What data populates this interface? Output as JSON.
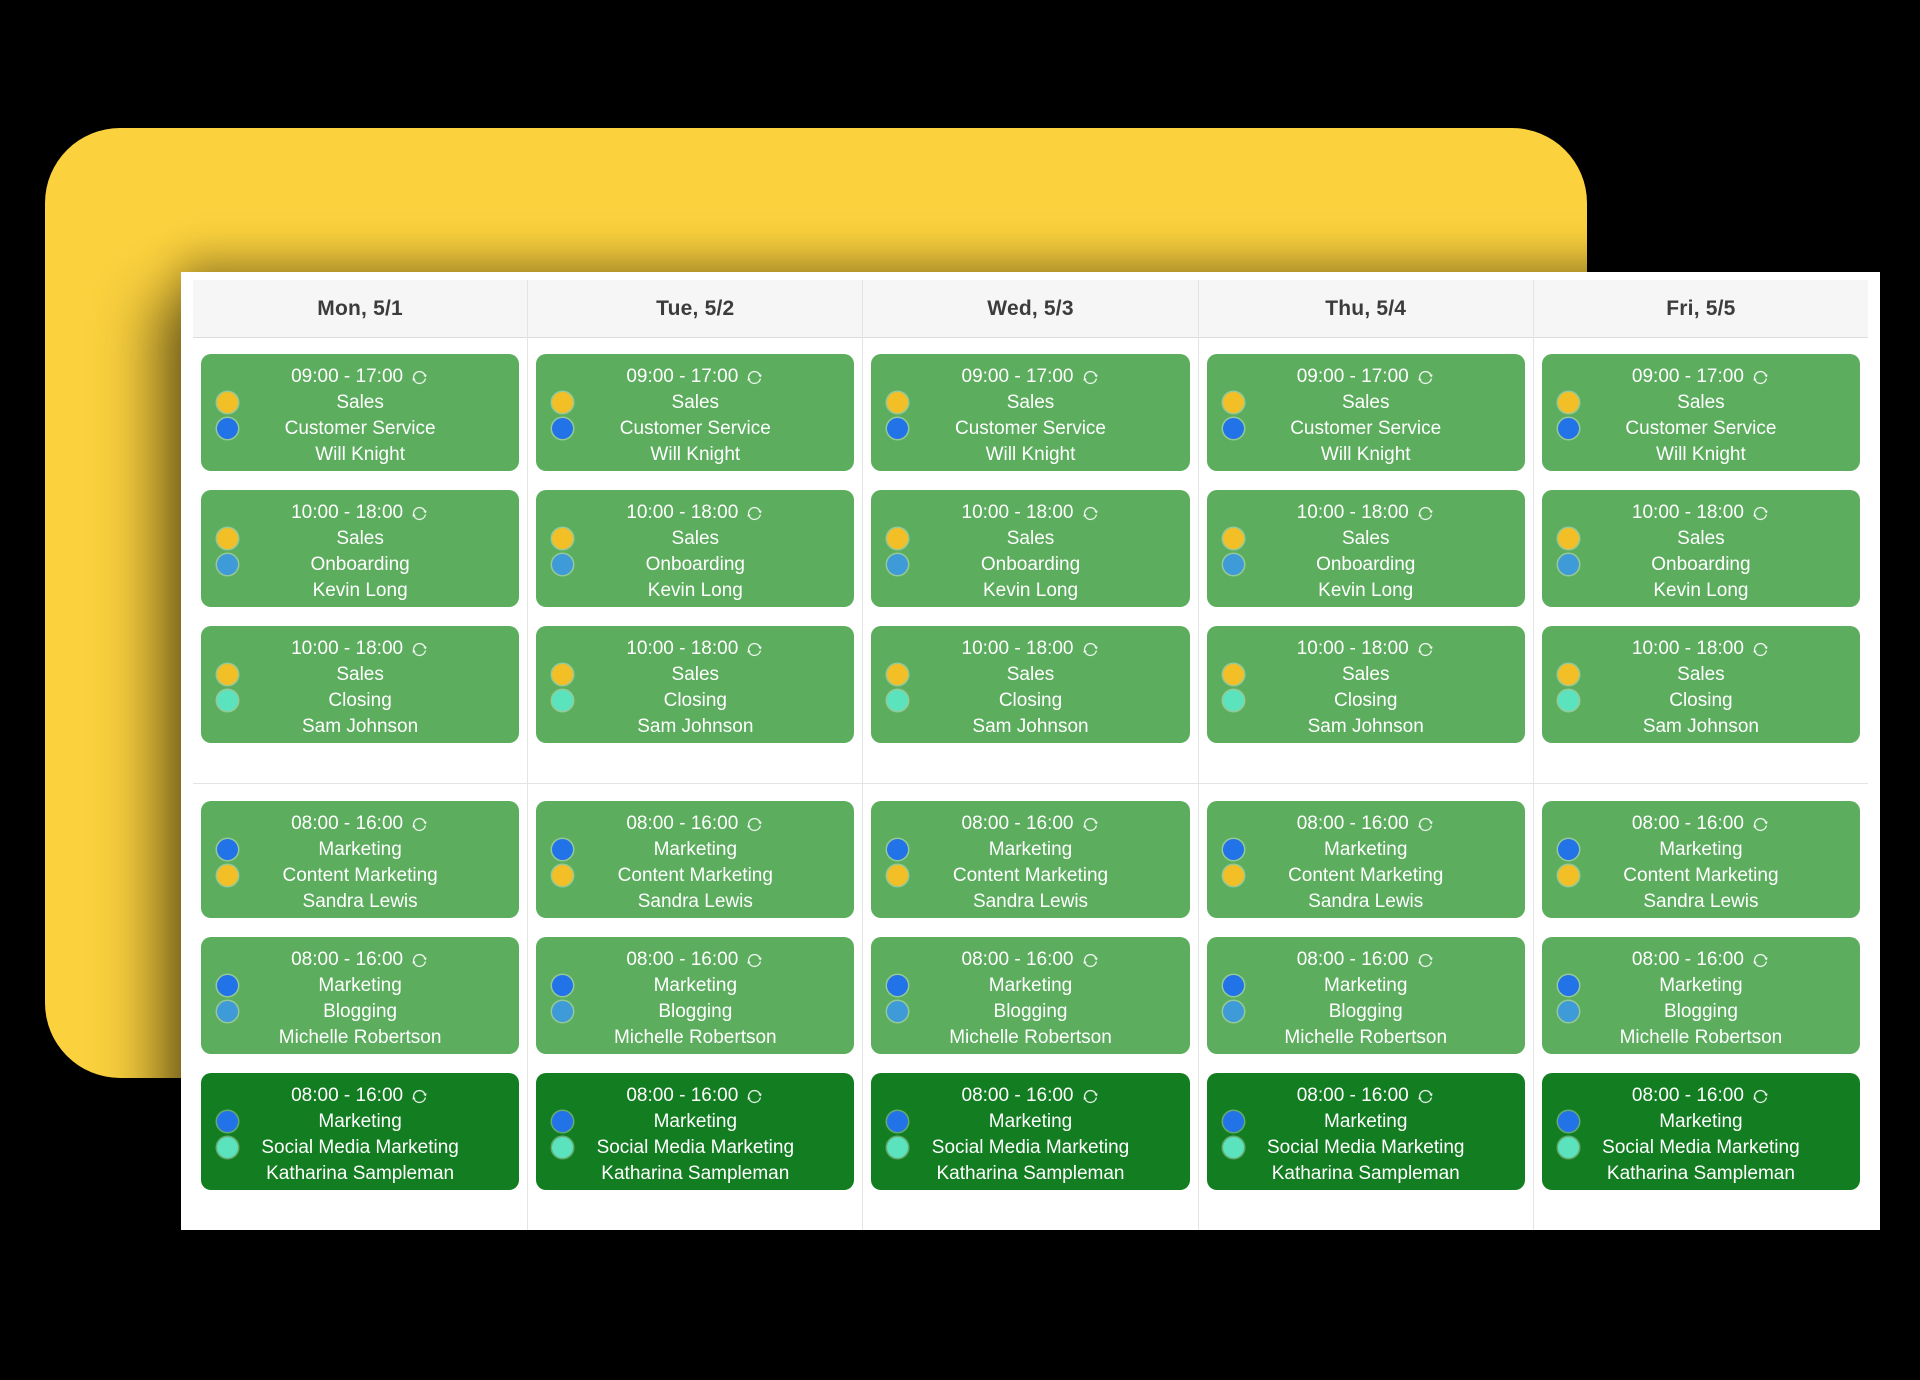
{
  "page": {
    "background_color": "#000000",
    "accent_backdrop_color": "#FBD13E"
  },
  "colors": {
    "card_green": "#5CAD5E",
    "card_dark_green": "#137D21",
    "dot_yellow": "#F3BF27",
    "dot_blue": "#2273E8",
    "dot_sky": "#3F9BD8",
    "dot_mint": "#5BE3BE",
    "header_bg": "#F6F6F6",
    "header_text": "#3C3C3C"
  },
  "icons": {
    "recurring": "sync-icon"
  },
  "week": {
    "days": [
      {
        "label": "Mon, 5/1",
        "shifts": [
          {
            "time": "09:00 - 17:00",
            "recurring": true,
            "team": "Sales",
            "role": "Customer Service",
            "person": "Will Knight",
            "team_color": "#F3BF27",
            "role_color": "#2273E8",
            "card_color": "#5CAD5E",
            "section": 1
          },
          {
            "time": "10:00 - 18:00",
            "recurring": true,
            "team": "Sales",
            "role": "Onboarding",
            "person": "Kevin Long",
            "team_color": "#F3BF27",
            "role_color": "#3F9BD8",
            "card_color": "#5CAD5E",
            "section": 1
          },
          {
            "time": "10:00 - 18:00",
            "recurring": true,
            "team": "Sales",
            "role": "Closing",
            "person": "Sam Johnson",
            "team_color": "#F3BF27",
            "role_color": "#5BE3BE",
            "card_color": "#5CAD5E",
            "section": 1
          },
          {
            "time": "08:00 - 16:00",
            "recurring": true,
            "team": "Marketing",
            "role": "Content Marketing",
            "person": "Sandra Lewis",
            "team_color": "#2273E8",
            "role_color": "#F3BF27",
            "card_color": "#5CAD5E",
            "section": 2
          },
          {
            "time": "08:00 - 16:00",
            "recurring": true,
            "team": "Marketing",
            "role": "Blogging",
            "person": "Michelle Robertson",
            "team_color": "#2273E8",
            "role_color": "#3F9BD8",
            "card_color": "#5CAD5E",
            "section": 2
          },
          {
            "time": "08:00 - 16:00",
            "recurring": true,
            "team": "Marketing",
            "role": "Social Media Marketing",
            "person": "Katharina Sampleman",
            "team_color": "#2273E8",
            "role_color": "#5BE3BE",
            "card_color": "#137D21",
            "section": 2
          }
        ]
      },
      {
        "label": "Tue, 5/2",
        "shifts": [
          {
            "time": "09:00 - 17:00",
            "recurring": true,
            "team": "Sales",
            "role": "Customer Service",
            "person": "Will Knight",
            "team_color": "#F3BF27",
            "role_color": "#2273E8",
            "card_color": "#5CAD5E",
            "section": 1
          },
          {
            "time": "10:00 - 18:00",
            "recurring": true,
            "team": "Sales",
            "role": "Onboarding",
            "person": "Kevin Long",
            "team_color": "#F3BF27",
            "role_color": "#3F9BD8",
            "card_color": "#5CAD5E",
            "section": 1
          },
          {
            "time": "10:00 - 18:00",
            "recurring": true,
            "team": "Sales",
            "role": "Closing",
            "person": "Sam Johnson",
            "team_color": "#F3BF27",
            "role_color": "#5BE3BE",
            "card_color": "#5CAD5E",
            "section": 1
          },
          {
            "time": "08:00 - 16:00",
            "recurring": true,
            "team": "Marketing",
            "role": "Content Marketing",
            "person": "Sandra Lewis",
            "team_color": "#2273E8",
            "role_color": "#F3BF27",
            "card_color": "#5CAD5E",
            "section": 2
          },
          {
            "time": "08:00 - 16:00",
            "recurring": true,
            "team": "Marketing",
            "role": "Blogging",
            "person": "Michelle Robertson",
            "team_color": "#2273E8",
            "role_color": "#3F9BD8",
            "card_color": "#5CAD5E",
            "section": 2
          },
          {
            "time": "08:00 - 16:00",
            "recurring": true,
            "team": "Marketing",
            "role": "Social Media Marketing",
            "person": "Katharina Sampleman",
            "team_color": "#2273E8",
            "role_color": "#5BE3BE",
            "card_color": "#137D21",
            "section": 2
          }
        ]
      },
      {
        "label": "Wed, 5/3",
        "shifts": [
          {
            "time": "09:00 - 17:00",
            "recurring": true,
            "team": "Sales",
            "role": "Customer Service",
            "person": "Will Knight",
            "team_color": "#F3BF27",
            "role_color": "#2273E8",
            "card_color": "#5CAD5E",
            "section": 1
          },
          {
            "time": "10:00 - 18:00",
            "recurring": true,
            "team": "Sales",
            "role": "Onboarding",
            "person": "Kevin Long",
            "team_color": "#F3BF27",
            "role_color": "#3F9BD8",
            "card_color": "#5CAD5E",
            "section": 1
          },
          {
            "time": "10:00 - 18:00",
            "recurring": true,
            "team": "Sales",
            "role": "Closing",
            "person": "Sam Johnson",
            "team_color": "#F3BF27",
            "role_color": "#5BE3BE",
            "card_color": "#5CAD5E",
            "section": 1
          },
          {
            "time": "08:00 - 16:00",
            "recurring": true,
            "team": "Marketing",
            "role": "Content Marketing",
            "person": "Sandra Lewis",
            "team_color": "#2273E8",
            "role_color": "#F3BF27",
            "card_color": "#5CAD5E",
            "section": 2
          },
          {
            "time": "08:00 - 16:00",
            "recurring": true,
            "team": "Marketing",
            "role": "Blogging",
            "person": "Michelle Robertson",
            "team_color": "#2273E8",
            "role_color": "#3F9BD8",
            "card_color": "#5CAD5E",
            "section": 2
          },
          {
            "time": "08:00 - 16:00",
            "recurring": true,
            "team": "Marketing",
            "role": "Social Media Marketing",
            "person": "Katharina Sampleman",
            "team_color": "#2273E8",
            "role_color": "#5BE3BE",
            "card_color": "#137D21",
            "section": 2
          }
        ]
      },
      {
        "label": "Thu, 5/4",
        "shifts": [
          {
            "time": "09:00 - 17:00",
            "recurring": true,
            "team": "Sales",
            "role": "Customer Service",
            "person": "Will Knight",
            "team_color": "#F3BF27",
            "role_color": "#2273E8",
            "card_color": "#5CAD5E",
            "section": 1
          },
          {
            "time": "10:00 - 18:00",
            "recurring": true,
            "team": "Sales",
            "role": "Onboarding",
            "person": "Kevin Long",
            "team_color": "#F3BF27",
            "role_color": "#3F9BD8",
            "card_color": "#5CAD5E",
            "section": 1
          },
          {
            "time": "10:00 - 18:00",
            "recurring": true,
            "team": "Sales",
            "role": "Closing",
            "person": "Sam Johnson",
            "team_color": "#F3BF27",
            "role_color": "#5BE3BE",
            "card_color": "#5CAD5E",
            "section": 1
          },
          {
            "time": "08:00 - 16:00",
            "recurring": true,
            "team": "Marketing",
            "role": "Content Marketing",
            "person": "Sandra Lewis",
            "team_color": "#2273E8",
            "role_color": "#F3BF27",
            "card_color": "#5CAD5E",
            "section": 2
          },
          {
            "time": "08:00 - 16:00",
            "recurring": true,
            "team": "Marketing",
            "role": "Blogging",
            "person": "Michelle Robertson",
            "team_color": "#2273E8",
            "role_color": "#3F9BD8",
            "card_color": "#5CAD5E",
            "section": 2
          },
          {
            "time": "08:00 - 16:00",
            "recurring": true,
            "team": "Marketing",
            "role": "Social Media Marketing",
            "person": "Katharina Sampleman",
            "team_color": "#2273E8",
            "role_color": "#5BE3BE",
            "card_color": "#137D21",
            "section": 2
          }
        ]
      },
      {
        "label": "Fri, 5/5",
        "shifts": [
          {
            "time": "09:00 - 17:00",
            "recurring": true,
            "team": "Sales",
            "role": "Customer Service",
            "person": "Will Knight",
            "team_color": "#F3BF27",
            "role_color": "#2273E8",
            "card_color": "#5CAD5E",
            "section": 1
          },
          {
            "time": "10:00 - 18:00",
            "recurring": true,
            "team": "Sales",
            "role": "Onboarding",
            "person": "Kevin Long",
            "team_color": "#F3BF27",
            "role_color": "#3F9BD8",
            "card_color": "#5CAD5E",
            "section": 1
          },
          {
            "time": "10:00 - 18:00",
            "recurring": true,
            "team": "Sales",
            "role": "Closing",
            "person": "Sam Johnson",
            "team_color": "#F3BF27",
            "role_color": "#5BE3BE",
            "card_color": "#5CAD5E",
            "section": 1
          },
          {
            "time": "08:00 - 16:00",
            "recurring": true,
            "team": "Marketing",
            "role": "Content Marketing",
            "person": "Sandra Lewis",
            "team_color": "#2273E8",
            "role_color": "#F3BF27",
            "card_color": "#5CAD5E",
            "section": 2
          },
          {
            "time": "08:00 - 16:00",
            "recurring": true,
            "team": "Marketing",
            "role": "Blogging",
            "person": "Michelle Robertson",
            "team_color": "#2273E8",
            "role_color": "#3F9BD8",
            "card_color": "#5CAD5E",
            "section": 2
          },
          {
            "time": "08:00 - 16:00",
            "recurring": true,
            "team": "Marketing",
            "role": "Social Media Marketing",
            "person": "Katharina Sampleman",
            "team_color": "#2273E8",
            "role_color": "#5BE3BE",
            "card_color": "#137D21",
            "section": 2
          }
        ]
      }
    ]
  }
}
